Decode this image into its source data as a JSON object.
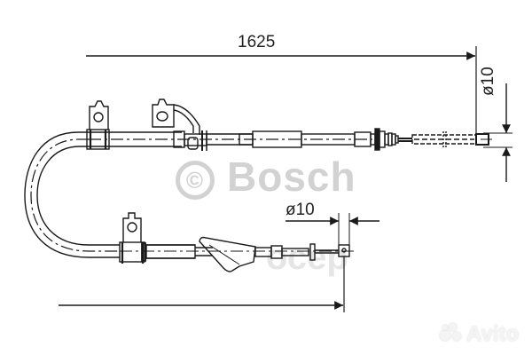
{
  "diagram": {
    "type": "technical-drawing",
    "subject": "parking brake cable",
    "dimensions": {
      "overall_length": "1625",
      "end_fitting_diameter_right": "ø10",
      "end_fitting_diameter_lower": "ø10"
    },
    "watermarks": {
      "brand": "Bosch",
      "copyright_symbol": "©",
      "faint_overlay": "осер",
      "marketplace": "Avito"
    },
    "colors": {
      "line": "#1a1a1a",
      "watermark": "#d2d2d2",
      "background": "#ffffff"
    }
  }
}
